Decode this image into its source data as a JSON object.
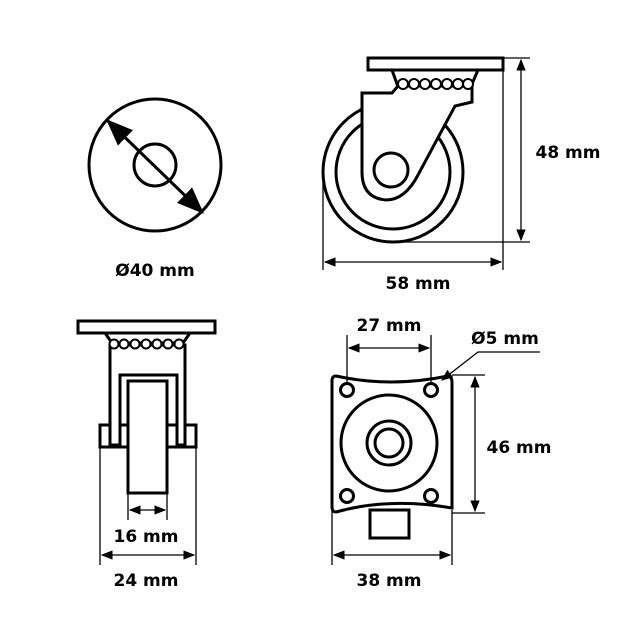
{
  "labels": {
    "wheel_diameter": "Ø40 mm",
    "height": "48 mm",
    "length": "58 mm",
    "hole_spacing": "27 mm",
    "hole_diameter": "Ø5 mm",
    "plate_length": "46 mm",
    "wheel_width": "16 mm",
    "fork_width": "24 mm",
    "plate_width": "38 mm"
  }
}
